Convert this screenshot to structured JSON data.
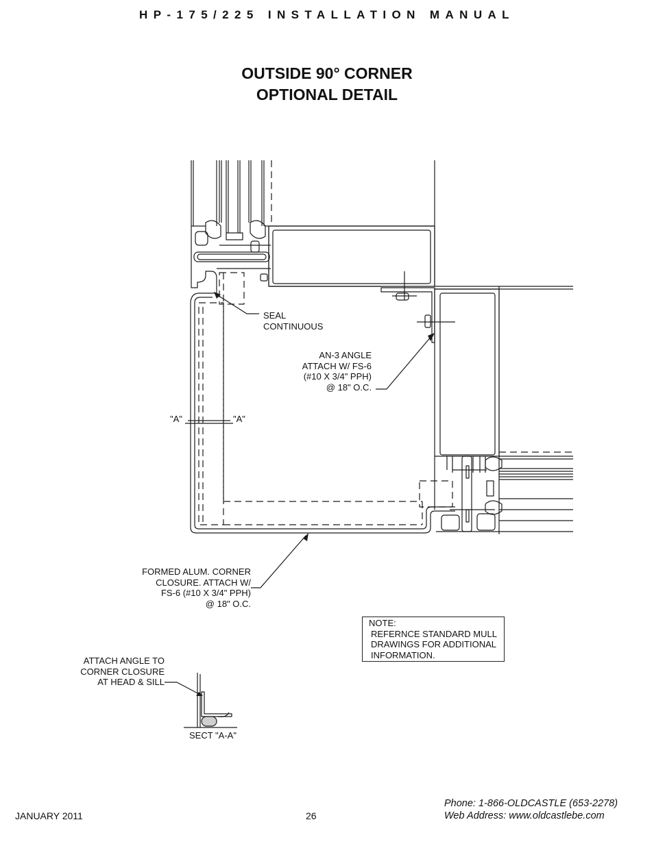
{
  "header": "HP-175/225 INSTALLATION MANUAL",
  "title": {
    "line1": "OUTSIDE 90° CORNER",
    "line2": "OPTIONAL DETAIL"
  },
  "labels": {
    "seal": [
      "SEAL",
      "CONTINUOUS"
    ],
    "angle": [
      "AN-3 ANGLE",
      "ATTACH W/ FS-6",
      "(#10 X 3/4\" PPH)",
      "@ 18\" O.C."
    ],
    "section_mark_left": "\"A\"",
    "section_mark_right": "\"A\"",
    "closure": [
      "FORMED ALUM. CORNER",
      "CLOSURE. ATTACH W/",
      "FS-6 (#10 X 3/4\" PPH)",
      "@ 18\" O.C."
    ],
    "attach": [
      "ATTACH ANGLE TO",
      "CORNER CLOSURE",
      "AT HEAD & SILL"
    ],
    "section": "SECT \"A-A\""
  },
  "note": {
    "heading": "NOTE:",
    "lines": [
      "REFERNCE STANDARD MULL",
      "DRAWINGS FOR ADDITIONAL",
      "INFORMATION."
    ]
  },
  "footer": {
    "date": "JANUARY 2011",
    "page": "26",
    "phone": "Phone: 1-866-OLDCASTLE (653-2278)",
    "web": "Web Address: www.oldcastlebe.com"
  }
}
